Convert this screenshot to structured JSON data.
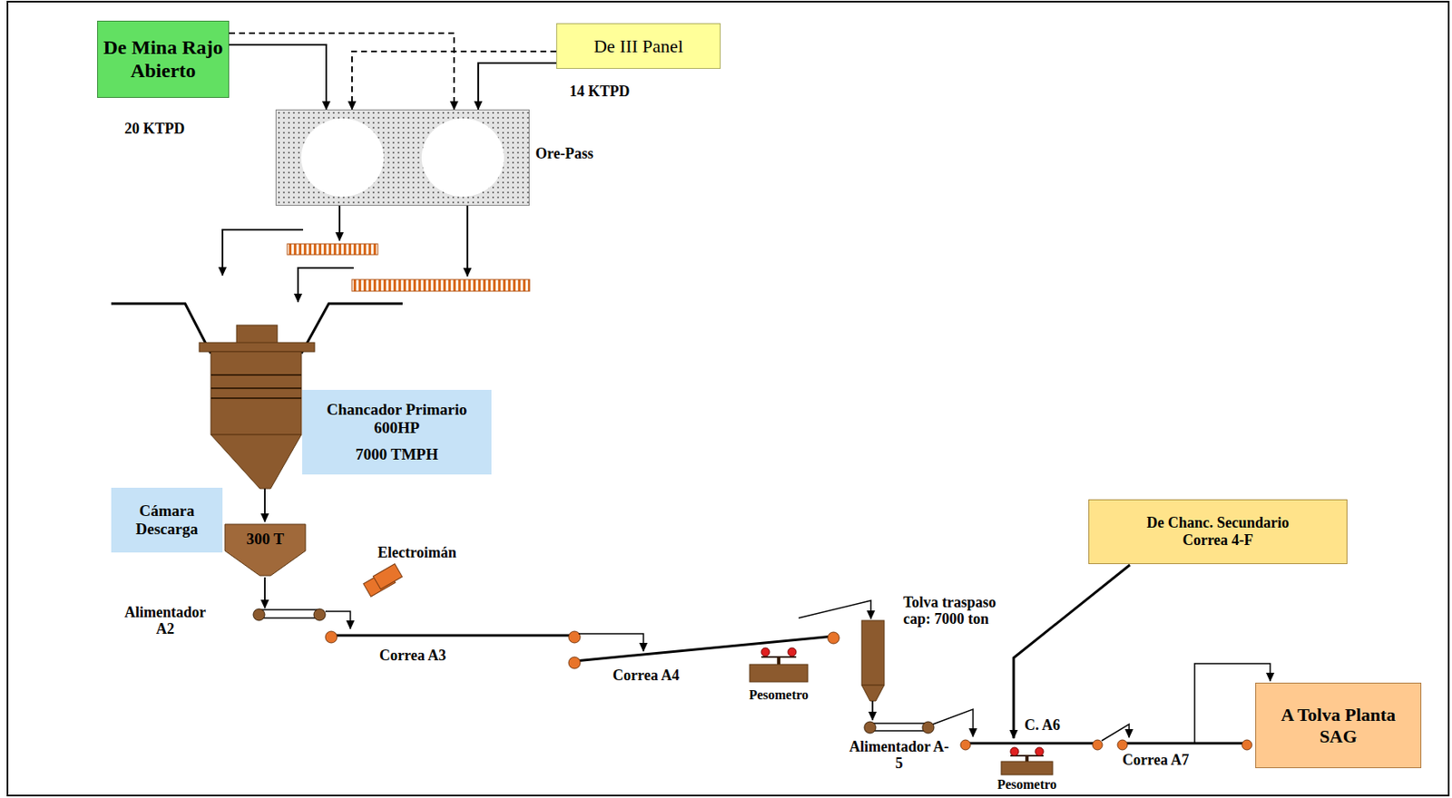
{
  "diagram": {
    "nodes": [
      {
        "text": [
          "De Mina Rajo Abierto"
        ]
      },
      {
        "text": [
          "De III Panel"
        ]
      },
      {
        "text": [
          "Ore-Pass"
        ]
      },
      {
        "text": [
          "Chancador Primario 600HP",
          "7000 TMPH"
        ]
      },
      {
        "text": [
          "Cámara Descarga"
        ]
      },
      {
        "text": [
          "300 T"
        ]
      },
      {
        "text": [
          "De Chanc. Secundario Correa 4-F"
        ]
      },
      {
        "text": [
          "A Tolva Planta SAG"
        ]
      }
    ],
    "edges": [
      {
        "from": 0,
        "to": 2,
        "arrow": "to"
      },
      {
        "from": 0,
        "to": 2,
        "arrow": "to"
      },
      {
        "from": 1,
        "to": 2,
        "arrow": "to"
      },
      {
        "from": 1,
        "to": 2,
        "arrow": "to"
      }
    ],
    "labels": [
      "20 KTPD",
      "14 KTPD",
      "Electroimán",
      "Alimentador A2",
      "Correa A3",
      "Correa A4",
      "Pesometro",
      "Tolva traspaso cap: 7000 ton",
      "Alimentador A-5",
      "C. A6",
      "Pesometro",
      "Correa A7"
    ]
  }
}
